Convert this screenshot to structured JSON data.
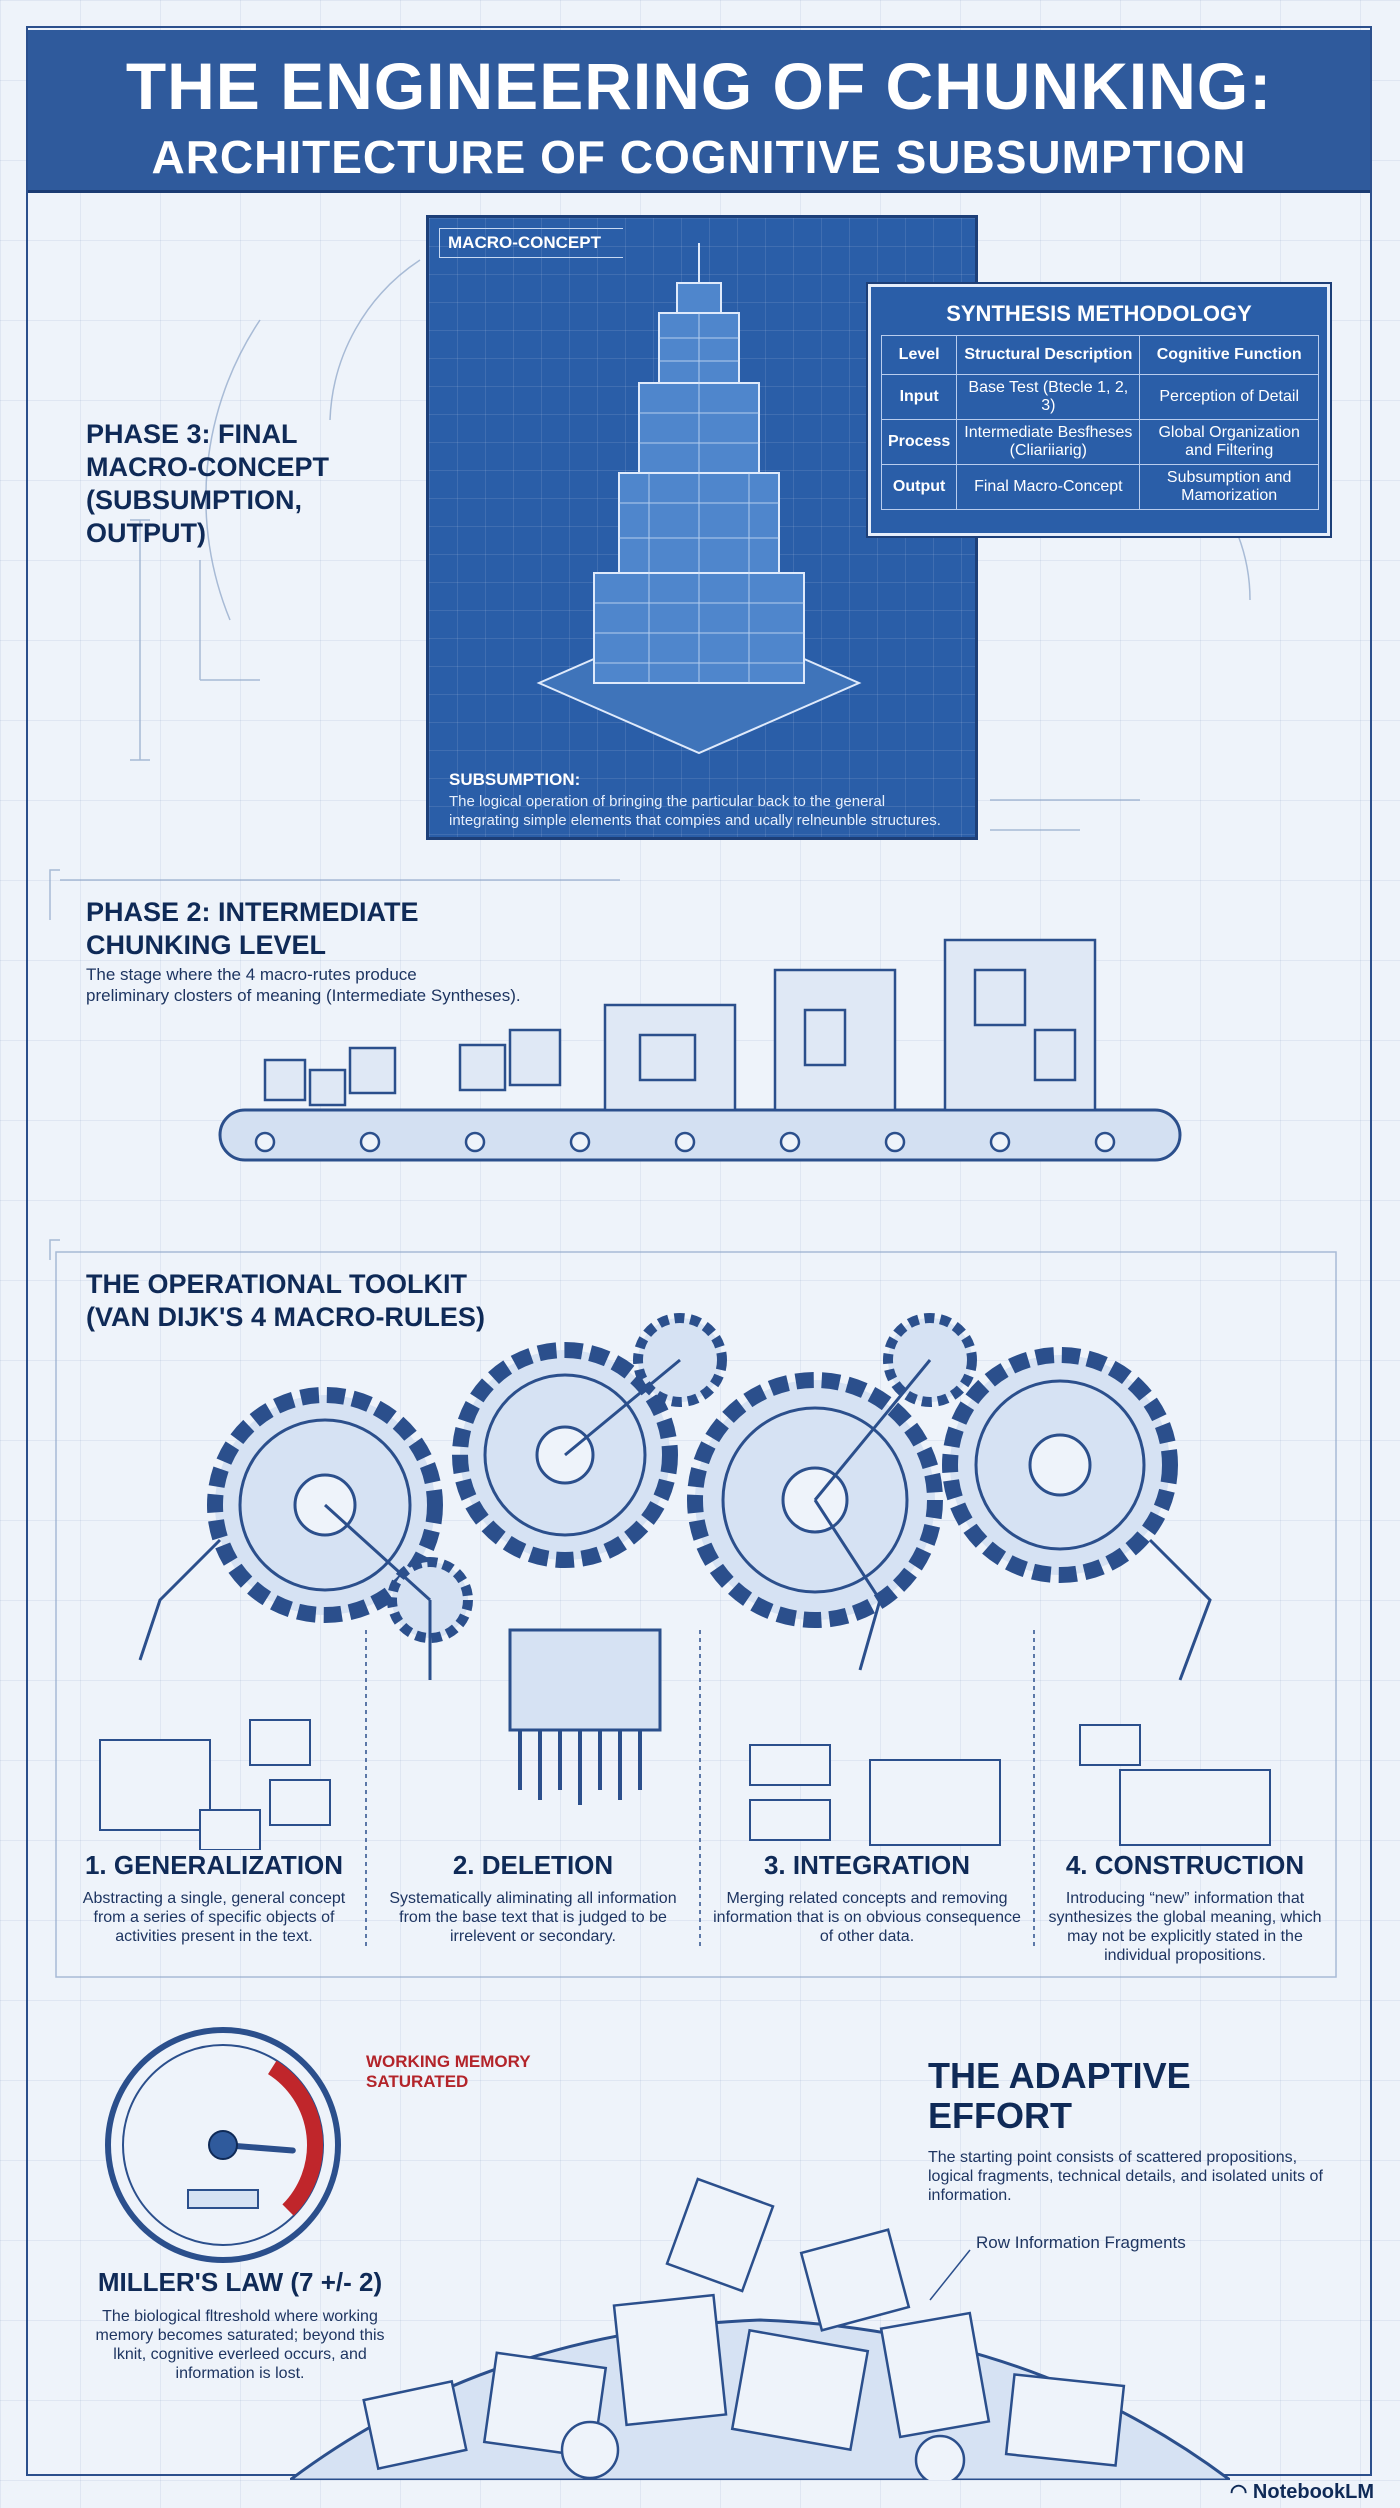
{
  "title": {
    "line1": "THE ENGINEERING OF CHUNKING:",
    "line2": "ARCHITECTURE OF COGNITIVE SUBSUMPTION"
  },
  "phase3": {
    "heading_line1": "PHASE 3: FINAL",
    "heading_line2": "MACRO-CONCEPT",
    "heading_line3": "(SUBSUMPTION, OUTPUT)",
    "panel_tag": "MACRO-CONCEPT",
    "subsumption_title": "SUBSUMPTION:",
    "subsumption_text": "The logical operation of bringing the particular back to the general integrating simple elements that compies and ucally relneunble structures."
  },
  "synthesis": {
    "title": "SYNTHESIS METHODOLOGY",
    "headers": [
      "Level",
      "Structural Description",
      "Cognitive Function"
    ],
    "rows": [
      {
        "level": "Input",
        "description": "Base Test (Btecle 1, 2, 3)",
        "function": "Perception of Detail"
      },
      {
        "level": "Process",
        "description": "Intermediate Besfheses (Cliariiarig)",
        "function": "Global Organization and Filtering"
      },
      {
        "level": "Output",
        "description": "Final Macro-Concept",
        "function": "Subsumption and Mamorization"
      }
    ]
  },
  "phase2": {
    "heading_line1": "PHASE 2: INTERMEDIATE",
    "heading_line2": "CHUNKING LEVEL",
    "text_line1": "The stage where the 4 macro-rutes produce",
    "text_line2": "preliminary closters of meaning (Intermediate Syntheses)."
  },
  "toolkit": {
    "heading_line1": "THE OPERATIONAL TOOLKIT",
    "heading_line2": "(VAN DIJK'S 4 MACRO-RULES)",
    "rules": [
      {
        "title": "1. GENERALIZATION",
        "text": "Abstracting a single, general concept from a series of specific objects of activities present in the text."
      },
      {
        "title": "2. DELETION",
        "text": "Systematically aliminating all information from the base text that is judged to be irrelevent or secondary."
      },
      {
        "title": "3. INTEGRATION",
        "text": "Merging related concepts and removing information that is on obvious consequence of other data."
      },
      {
        "title": "4. CONSTRUCTION",
        "text": "Introducing “new” information that synthesizes the global meaning, which may not be explicitly stated in the individual propositions."
      }
    ]
  },
  "gauge": {
    "label_line1": "WORKING MEMORY",
    "label_line2": "SATURATED",
    "level": 0.85,
    "warning_color": "#c0262b"
  },
  "miller": {
    "title": "MILLER'S LAW (7 +/- 2)",
    "text": "The biological fltreshold where working memory becomes saturated; beyond this lknit, cognitive everleed occurs, and information is lost."
  },
  "adaptive": {
    "title": "THE ADAPTIVE EFFORT",
    "text": "The starting point consists of scattered propositions, logical fragments, technical details, and isolated units of information.",
    "fragments_label": "Row Information Fragments"
  },
  "brand": "NotebookLM",
  "colors": {
    "primary": "#2f5a9c",
    "ink": "#0f2a57",
    "accent": "#c0262b"
  }
}
